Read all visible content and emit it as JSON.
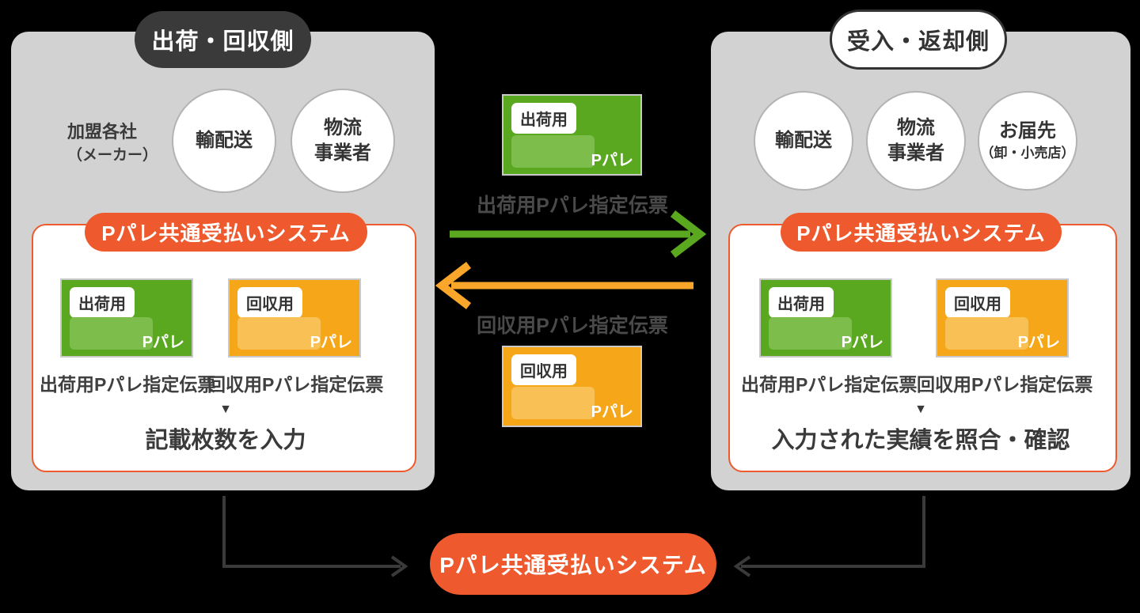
{
  "left_panel": {
    "title": "出荷・回収側",
    "member": {
      "line1": "加盟各社",
      "line2": "（メーカー）"
    },
    "circles": [
      {
        "line1": "輸配送",
        "line2": ""
      },
      {
        "line1": "物流",
        "line2": "事業者"
      }
    ],
    "system_title": "Pパレ共通受払いシステム",
    "shipping_card": {
      "tag": "出荷用",
      "brand": "Pパレ"
    },
    "collection_card": {
      "tag": "回収用",
      "brand": "Pパレ"
    },
    "shipping_caption": "出荷用Pパレ指定伝票",
    "collection_caption": "回収用Pパレ指定伝票",
    "arrow_down": "▼",
    "action": "記載枚数を入力"
  },
  "right_panel": {
    "title": "受入・返却側",
    "circles": [
      {
        "line1": "輸配送",
        "line2": ""
      },
      {
        "line1": "物流",
        "line2": "事業者"
      },
      {
        "line1": "お届先",
        "line2": "（卸・小売店）"
      }
    ],
    "system_title": "Pパレ共通受払いシステム",
    "shipping_card": {
      "tag": "出荷用",
      "brand": "Pパレ"
    },
    "collection_card": {
      "tag": "回収用",
      "brand": "Pパレ"
    },
    "shipping_caption": "出荷用Pパレ指定伝票",
    "collection_caption": "回収用Pパレ指定伝票",
    "arrow_down": "▼",
    "action": "入力された実績を照合・確認"
  },
  "center": {
    "shipping_card": {
      "tag": "出荷用",
      "brand": "Pパレ"
    },
    "shipping_label": "出荷用Pパレ指定伝票",
    "collection_label": "回収用Pパレ指定伝票",
    "collection_card": {
      "tag": "回収用",
      "brand": "Pパレ"
    }
  },
  "bottom": {
    "system_title": "Pパレ共通受払いシステム"
  },
  "colors": {
    "background": "#000000",
    "panel_gray": "#d2d2d2",
    "dark_gray": "#3a3a3a",
    "accent_orange": "#ee5a2e",
    "card_green": "#5aa81f",
    "card_green_inner": "#7dbd4b",
    "card_orange": "#f6a719",
    "card_orange_inner": "#f9c155",
    "arrow_green": "#5aa81f",
    "arrow_orange": "#f9a62b"
  }
}
